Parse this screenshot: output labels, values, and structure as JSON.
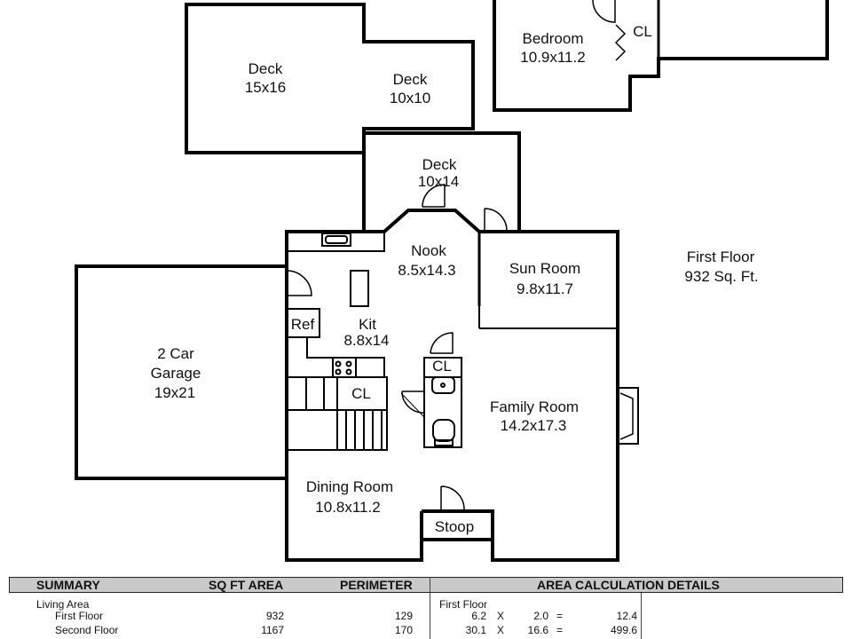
{
  "floor": {
    "name": "First Floor",
    "area": "932 Sq. Ft."
  },
  "rooms": {
    "deck_left": {
      "name": "Deck",
      "size": "15x16"
    },
    "deck_mid": {
      "name": "Deck",
      "size": "10x10"
    },
    "deck_low": {
      "name": "Deck",
      "size": "10x14"
    },
    "bedroom": {
      "name": "Bedroom",
      "size": "10.9x11.2"
    },
    "closet_bed": {
      "name": "CL"
    },
    "nook": {
      "name": "Nook",
      "size": "8.5x14.3"
    },
    "sun_room": {
      "name": "Sun Room",
      "size": "9.8x11.7"
    },
    "ref": {
      "name": "Ref"
    },
    "kit": {
      "name": "Kit",
      "size": "8.8x14"
    },
    "garage": {
      "line1": "2 Car",
      "line2": "Garage",
      "size": "19x21"
    },
    "closet_a": {
      "name": "CL"
    },
    "closet_b": {
      "name": "CL"
    },
    "family": {
      "name": "Family Room",
      "size": "14.2x17.3"
    },
    "dining": {
      "name": "Dining Room",
      "size": "10.8x11.2"
    },
    "stoop": {
      "name": "Stoop"
    }
  },
  "summary": {
    "headers": {
      "summary": "SUMMARY",
      "sqft": "SQ FT AREA",
      "perimeter": "PERIMETER",
      "details": "AREA CALCULATION DETAILS"
    },
    "living_area": "Living Area",
    "rows": [
      {
        "label": "First Floor",
        "sqft": "932",
        "perimeter": "129"
      },
      {
        "label": "Second Floor",
        "sqft": "1167",
        "perimeter": "170"
      }
    ],
    "calc": {
      "title": "First Floor",
      "rows": [
        {
          "a": "6.2",
          "op": "X",
          "b": "2.0",
          "eq": "=",
          "result": "12.4"
        },
        {
          "a": "30.1",
          "op": "X",
          "b": "16.6",
          "eq": "=",
          "result": "499.6"
        }
      ]
    }
  }
}
